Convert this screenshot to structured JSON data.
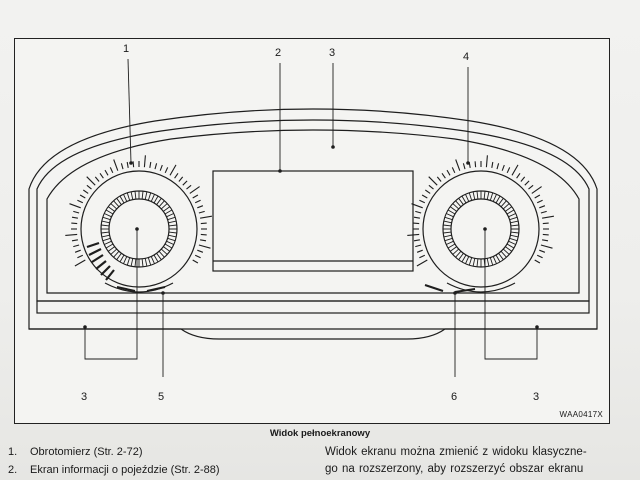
{
  "figure": {
    "callouts": [
      "1",
      "2",
      "3",
      "4",
      "3",
      "5",
      "6",
      "3"
    ],
    "figure_code": "WAA0417X",
    "caption": "Widok pełnoekranowy"
  },
  "list": [
    {
      "num": "1.",
      "text": "Obrotomierz (Str. 2-72)"
    },
    {
      "num": "2.",
      "text": "Ekran informacji o pojeździe (Str. 2-88)"
    }
  ],
  "right_text": {
    "line1": "Widok ekranu można zmienić z widoku klasyczne-",
    "line2": "go na rozszerzony, aby rozszerzyć obszar ekranu"
  }
}
